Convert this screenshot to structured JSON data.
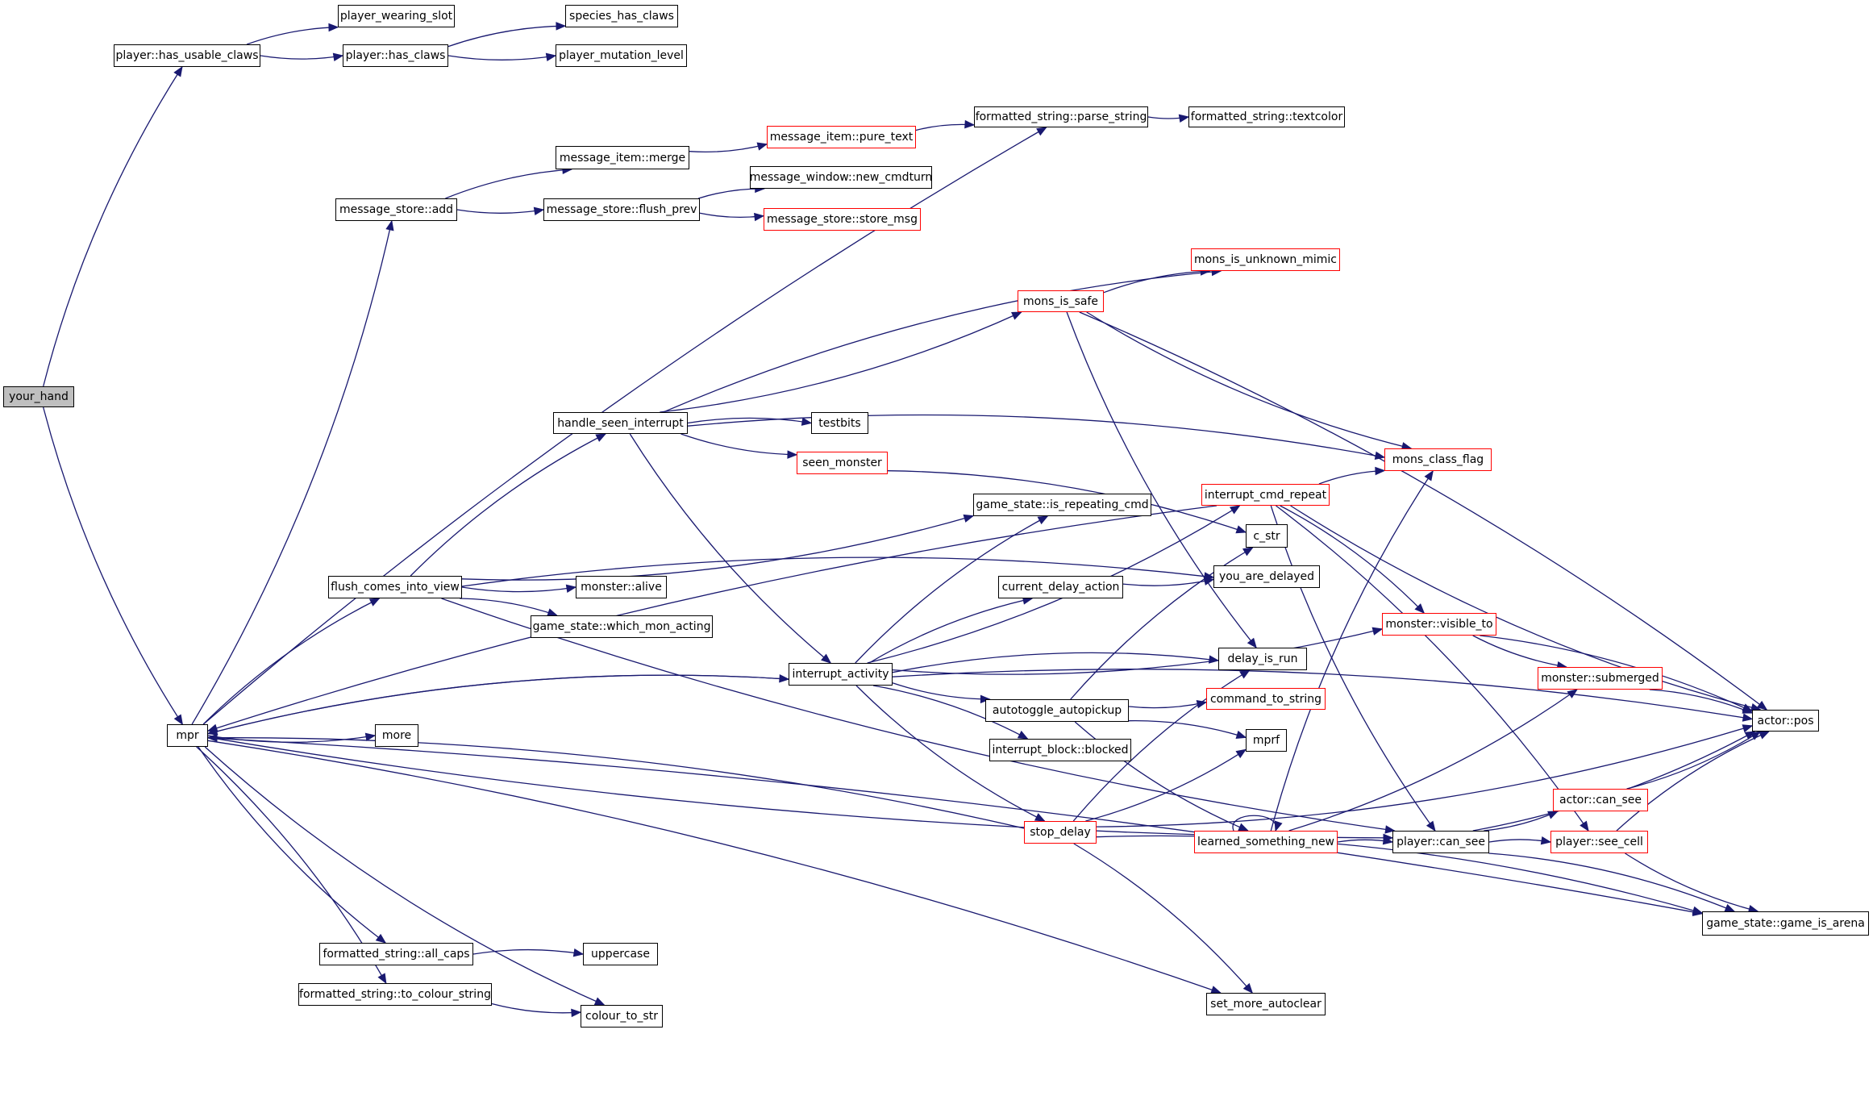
{
  "title": "your_hand call graph",
  "colors": {
    "edge": "#191970",
    "node_border": "#000000",
    "node_border_undocumented": "#ff0000",
    "root_fill": "#bfbfbf"
  },
  "nodes": [
    {
      "id": "your_hand",
      "label": "your_hand",
      "style": "root"
    },
    {
      "id": "has_usable_claws",
      "label": "player::has_usable_claws",
      "style": "normal"
    },
    {
      "id": "player_wearing_slot",
      "label": "player_wearing_slot",
      "style": "normal"
    },
    {
      "id": "has_claws",
      "label": "player::has_claws",
      "style": "normal"
    },
    {
      "id": "species_has_claws",
      "label": "species_has_claws",
      "style": "normal"
    },
    {
      "id": "player_mutation_level",
      "label": "player_mutation_level",
      "style": "normal"
    },
    {
      "id": "parse_string",
      "label": "formatted_string::parse_string",
      "style": "normal"
    },
    {
      "id": "textcolor",
      "label": "formatted_string::textcolor",
      "style": "normal"
    },
    {
      "id": "merge",
      "label": "message_item::merge",
      "style": "normal"
    },
    {
      "id": "pure_text",
      "label": "message_item::pure_text",
      "style": "red"
    },
    {
      "id": "store_add",
      "label": "message_store::add",
      "style": "normal"
    },
    {
      "id": "flush_prev",
      "label": "message_store::flush_prev",
      "style": "normal"
    },
    {
      "id": "new_cmdturn",
      "label": "message_window::new_cmdturn",
      "style": "normal"
    },
    {
      "id": "store_msg",
      "label": "message_store::store_msg",
      "style": "red"
    },
    {
      "id": "mons_is_unknown_mimic",
      "label": "mons_is_unknown_mimic",
      "style": "red"
    },
    {
      "id": "mons_is_safe",
      "label": "mons_is_safe",
      "style": "red"
    },
    {
      "id": "handle_seen_interrupt",
      "label": "handle_seen_interrupt",
      "style": "normal"
    },
    {
      "id": "testbits",
      "label": "testbits",
      "style": "normal"
    },
    {
      "id": "seen_monster",
      "label": "seen_monster",
      "style": "red"
    },
    {
      "id": "mons_class_flag",
      "label": "mons_class_flag",
      "style": "red"
    },
    {
      "id": "interrupt_cmd_repeat",
      "label": "interrupt_cmd_repeat",
      "style": "red"
    },
    {
      "id": "is_repeating_cmd",
      "label": "game_state::is_repeating_cmd",
      "style": "normal"
    },
    {
      "id": "c_str",
      "label": "c_str",
      "style": "normal"
    },
    {
      "id": "flush_comes_into_view",
      "label": "flush_comes_into_view",
      "style": "normal"
    },
    {
      "id": "monster_alive",
      "label": "monster::alive",
      "style": "normal"
    },
    {
      "id": "current_delay_action",
      "label": "current_delay_action",
      "style": "normal"
    },
    {
      "id": "you_are_delayed",
      "label": "you_are_delayed",
      "style": "normal"
    },
    {
      "id": "which_mon_acting",
      "label": "game_state::which_mon_acting",
      "style": "normal"
    },
    {
      "id": "visible_to",
      "label": "monster::visible_to",
      "style": "red"
    },
    {
      "id": "interrupt_activity",
      "label": "interrupt_activity",
      "style": "normal"
    },
    {
      "id": "delay_is_run",
      "label": "delay_is_run",
      "style": "normal"
    },
    {
      "id": "submerged",
      "label": "monster::submerged",
      "style": "red"
    },
    {
      "id": "autotoggle_autopickup",
      "label": "autotoggle_autopickup",
      "style": "normal"
    },
    {
      "id": "command_to_string",
      "label": "command_to_string",
      "style": "red"
    },
    {
      "id": "mpr",
      "label": "mpr",
      "style": "normal"
    },
    {
      "id": "more",
      "label": "more",
      "style": "normal"
    },
    {
      "id": "actor_pos",
      "label": "actor::pos",
      "style": "normal"
    },
    {
      "id": "mprf",
      "label": "mprf",
      "style": "normal"
    },
    {
      "id": "interrupt_block_blocked",
      "label": "interrupt_block::blocked",
      "style": "normal"
    },
    {
      "id": "actor_can_see",
      "label": "actor::can_see",
      "style": "red"
    },
    {
      "id": "stop_delay",
      "label": "stop_delay",
      "style": "red"
    },
    {
      "id": "learned_something_new",
      "label": "learned_something_new",
      "style": "red"
    },
    {
      "id": "player_can_see",
      "label": "player::can_see",
      "style": "normal"
    },
    {
      "id": "see_cell",
      "label": "player::see_cell",
      "style": "red"
    },
    {
      "id": "game_is_arena",
      "label": "game_state::game_is_arena",
      "style": "normal"
    },
    {
      "id": "all_caps",
      "label": "formatted_string::all_caps",
      "style": "normal"
    },
    {
      "id": "uppercase",
      "label": "uppercase",
      "style": "normal"
    },
    {
      "id": "to_colour_string",
      "label": "formatted_string::to_colour_string",
      "style": "normal"
    },
    {
      "id": "colour_to_str",
      "label": "colour_to_str",
      "style": "normal"
    },
    {
      "id": "set_more_autoclear",
      "label": "set_more_autoclear",
      "style": "normal"
    }
  ],
  "edges": [
    [
      "your_hand",
      "has_usable_claws"
    ],
    [
      "your_hand",
      "mpr"
    ],
    [
      "has_usable_claws",
      "player_wearing_slot"
    ],
    [
      "has_usable_claws",
      "has_claws"
    ],
    [
      "has_claws",
      "species_has_claws"
    ],
    [
      "has_claws",
      "player_mutation_level"
    ],
    [
      "mpr",
      "parse_string"
    ],
    [
      "mpr",
      "store_add"
    ],
    [
      "mpr",
      "flush_comes_into_view"
    ],
    [
      "mpr",
      "more"
    ],
    [
      "mpr",
      "interrupt_activity"
    ],
    [
      "mpr",
      "all_caps"
    ],
    [
      "mpr",
      "to_colour_string"
    ],
    [
      "mpr",
      "colour_to_str"
    ],
    [
      "mpr",
      "set_more_autoclear"
    ],
    [
      "mpr",
      "player_can_see"
    ],
    [
      "mpr",
      "game_is_arena"
    ],
    [
      "parse_string",
      "textcolor"
    ],
    [
      "pure_text",
      "parse_string"
    ],
    [
      "merge",
      "pure_text"
    ],
    [
      "store_add",
      "merge"
    ],
    [
      "store_add",
      "flush_prev"
    ],
    [
      "flush_prev",
      "new_cmdturn"
    ],
    [
      "flush_prev",
      "store_msg"
    ],
    [
      "flush_comes_into_view",
      "handle_seen_interrupt"
    ],
    [
      "flush_comes_into_view",
      "monster_alive"
    ],
    [
      "flush_comes_into_view",
      "which_mon_acting"
    ],
    [
      "flush_comes_into_view",
      "is_repeating_cmd"
    ],
    [
      "flush_comes_into_view",
      "you_are_delayed"
    ],
    [
      "flush_comes_into_view",
      "player_can_see"
    ],
    [
      "handle_seen_interrupt",
      "mons_is_unknown_mimic"
    ],
    [
      "handle_seen_interrupt",
      "mons_is_safe"
    ],
    [
      "handle_seen_interrupt",
      "testbits"
    ],
    [
      "handle_seen_interrupt",
      "seen_monster"
    ],
    [
      "handle_seen_interrupt",
      "mons_class_flag"
    ],
    [
      "handle_seen_interrupt",
      "interrupt_activity"
    ],
    [
      "mons_is_safe",
      "mons_is_unknown_mimic"
    ],
    [
      "mons_is_safe",
      "mons_class_flag"
    ],
    [
      "mons_is_safe",
      "actor_pos"
    ],
    [
      "mons_is_safe",
      "delay_is_run"
    ],
    [
      "seen_monster",
      "c_str"
    ],
    [
      "interrupt_cmd_repeat",
      "mpr"
    ],
    [
      "interrupt_cmd_repeat",
      "mons_class_flag"
    ],
    [
      "interrupt_cmd_repeat",
      "actor_pos"
    ],
    [
      "interrupt_cmd_repeat",
      "visible_to"
    ],
    [
      "interrupt_cmd_repeat",
      "player_can_see"
    ],
    [
      "interrupt_cmd_repeat",
      "see_cell"
    ],
    [
      "interrupt_activity",
      "mpr"
    ],
    [
      "interrupt_activity",
      "is_repeating_cmd"
    ],
    [
      "interrupt_activity",
      "interrupt_cmd_repeat"
    ],
    [
      "interrupt_activity",
      "current_delay_action"
    ],
    [
      "interrupt_activity",
      "visible_to"
    ],
    [
      "interrupt_activity",
      "delay_is_run"
    ],
    [
      "interrupt_activity",
      "autotoggle_autopickup"
    ],
    [
      "interrupt_activity",
      "interrupt_block_blocked"
    ],
    [
      "interrupt_activity",
      "stop_delay"
    ],
    [
      "interrupt_activity",
      "actor_pos"
    ],
    [
      "current_delay_action",
      "you_are_delayed"
    ],
    [
      "autotoggle_autopickup",
      "c_str"
    ],
    [
      "autotoggle_autopickup",
      "command_to_string"
    ],
    [
      "autotoggle_autopickup",
      "mprf"
    ],
    [
      "autotoggle_autopickup",
      "learned_something_new"
    ],
    [
      "visible_to",
      "actor_pos"
    ],
    [
      "visible_to",
      "submerged"
    ],
    [
      "submerged",
      "actor_pos"
    ],
    [
      "stop_delay",
      "mpr"
    ],
    [
      "stop_delay",
      "delay_is_run"
    ],
    [
      "stop_delay",
      "mprf"
    ],
    [
      "stop_delay",
      "set_more_autoclear"
    ],
    [
      "stop_delay",
      "actor_pos"
    ],
    [
      "stop_delay",
      "game_is_arena"
    ],
    [
      "learned_something_new",
      "learned_something_new"
    ],
    [
      "learned_something_new",
      "mons_class_flag"
    ],
    [
      "learned_something_new",
      "submerged"
    ],
    [
      "learned_something_new",
      "player_can_see"
    ],
    [
      "player_can_see",
      "actor_can_see"
    ],
    [
      "player_can_see",
      "see_cell"
    ],
    [
      "player_can_see",
      "actor_pos"
    ],
    [
      "player_can_see",
      "game_is_arena"
    ],
    [
      "actor_can_see",
      "actor_pos"
    ],
    [
      "see_cell",
      "actor_pos"
    ],
    [
      "see_cell",
      "game_is_arena"
    ],
    [
      "all_caps",
      "uppercase"
    ],
    [
      "to_colour_string",
      "colour_to_str"
    ]
  ]
}
